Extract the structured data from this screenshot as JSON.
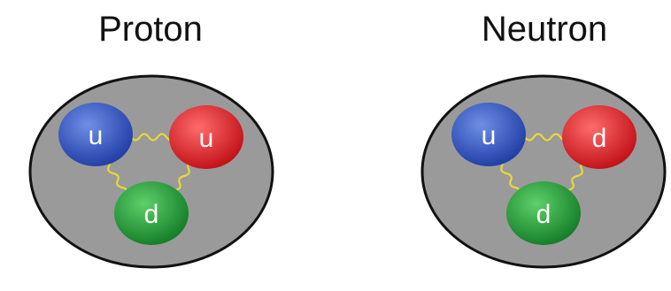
{
  "particles": [
    {
      "title": "Proton",
      "quarks": [
        {
          "label": "u",
          "color": "blue"
        },
        {
          "label": "u",
          "color": "red"
        },
        {
          "label": "d",
          "color": "green"
        }
      ]
    },
    {
      "title": "Neutron",
      "quarks": [
        {
          "label": "u",
          "color": "blue"
        },
        {
          "label": "d",
          "color": "red"
        },
        {
          "label": "d",
          "color": "green"
        }
      ]
    }
  ],
  "colors": {
    "nucleon_fill": "#9a9a9a",
    "nucleon_stroke": "#111111",
    "gluon": "#e6d83a",
    "blue_light": "#6f8fe6",
    "blue_dark": "#2340a8",
    "red_light": "#ff6b6b",
    "red_dark": "#c3141a",
    "green_light": "#5fd06a",
    "green_dark": "#15802a"
  }
}
